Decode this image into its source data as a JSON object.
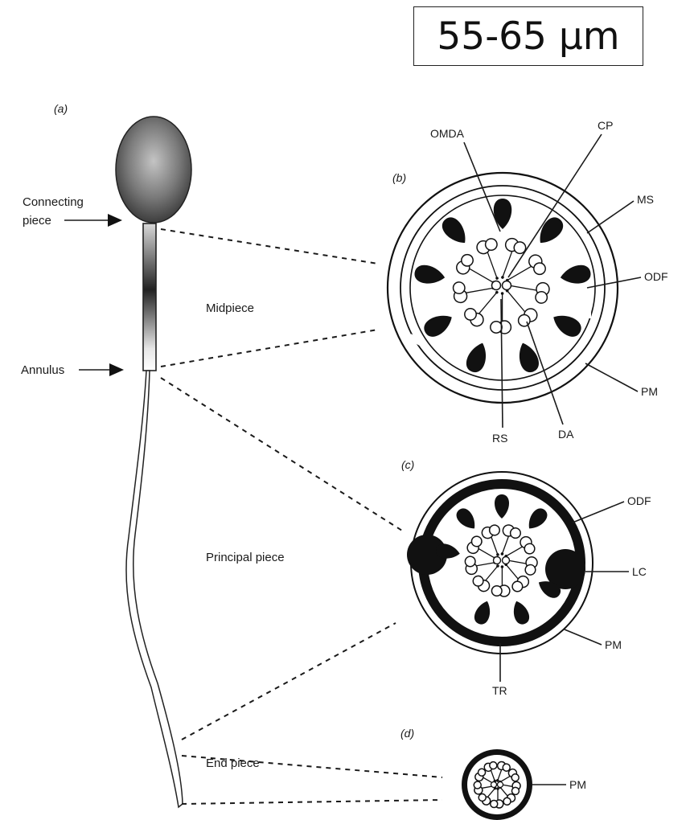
{
  "scale_label": "55-65 μm",
  "panels": {
    "a": "(a)",
    "b": "(b)",
    "c": "(c)",
    "d": "(d)"
  },
  "regions": {
    "connecting_piece_line1": "Connecting",
    "connecting_piece_line2": "piece",
    "annulus": "Annulus",
    "midpiece": "Midpiece",
    "principal_piece": "Principal piece",
    "end_piece": "End piece"
  },
  "midpiece_labels": {
    "omda": "OMDA",
    "cp": "CP",
    "ms": "MS",
    "odf": "ODF",
    "pm": "PM",
    "rs": "RS",
    "da": "DA"
  },
  "principal_labels": {
    "odf": "ODF",
    "lc": "LC",
    "pm": "PM",
    "tr": "TR"
  },
  "end_labels": {
    "pm": "PM"
  },
  "colors": {
    "ink": "#111111",
    "head_light": "#bdbdbd",
    "head_dark": "#3c3c3c"
  }
}
